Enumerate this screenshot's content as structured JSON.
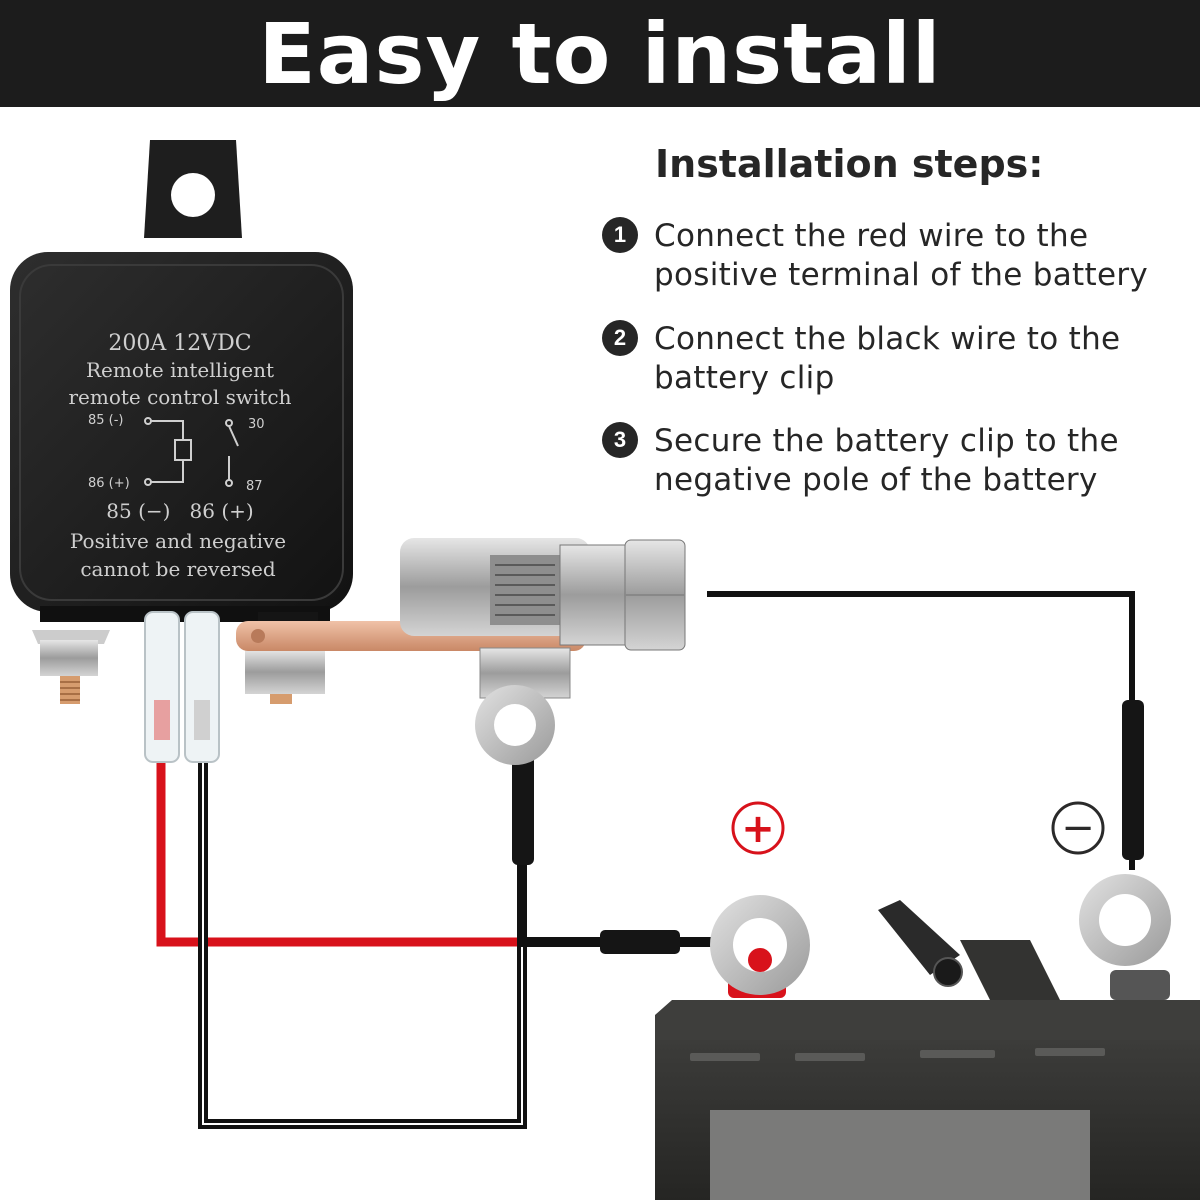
{
  "banner": {
    "title": "Easy to install"
  },
  "instructions": {
    "heading": "Installation steps:",
    "steps": [
      {
        "number": "1",
        "line1": "Connect the red wire to the",
        "line2": "positive terminal of the battery"
      },
      {
        "number": "2",
        "line1": "Connect the black wire to the",
        "line2": "battery clip"
      },
      {
        "number": "3",
        "line1": "Secure the battery clip to the",
        "line2": "negative pole of the battery"
      }
    ]
  },
  "relay": {
    "rating": "200A 12VDC",
    "name_line1": "Remote intelligent",
    "name_line2": "remote control switch",
    "pin85": "85 (-)",
    "pin86": "86 (+)",
    "pin30": "30",
    "pin87": "87",
    "coil_legend": "85 (−)   86 (+)",
    "warning_line1": "Positive and negative",
    "warning_line2": "cannot be reversed"
  },
  "battery": {
    "positive_symbol": "+",
    "negative_symbol": "−"
  },
  "colors": {
    "banner": "#1c1c1c",
    "red_wire": "#d8121b",
    "black_wire": "#111111",
    "positive_symbol": "#d8121b",
    "negative_symbol": "#2a2a2a",
    "copper": "#d9a184"
  },
  "icons": [
    "relay-switch-icon",
    "battery-icon",
    "ring-terminal-icon",
    "battery-clip-icon"
  ]
}
